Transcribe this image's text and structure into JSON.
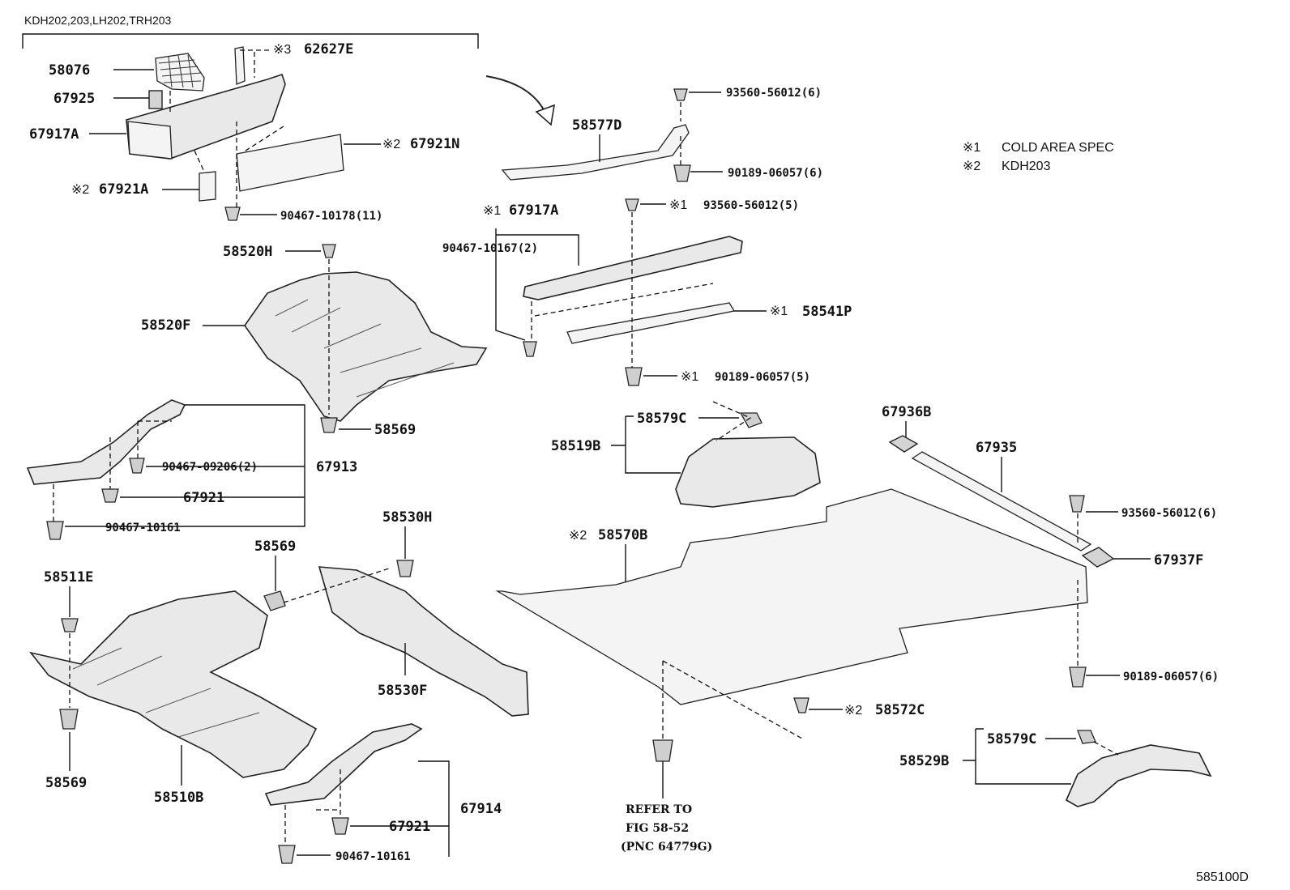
{
  "header": {
    "models": "KDH202,203,LH202,TRH203"
  },
  "legend": [
    {
      "mark": "※1",
      "text": "COLD AREA SPEC"
    },
    {
      "mark": "※2",
      "text": "KDH203"
    }
  ],
  "footer": {
    "figure_id": "585100D"
  },
  "reference": {
    "line1": "REFER TO",
    "line2": "FIG 58-52",
    "line3": "(PNC 64779G)"
  },
  "labels": {
    "p58076": "58076",
    "p67925": "67925",
    "p67917a_top": "67917A",
    "p62627e": "62627E",
    "mark3": "※3",
    "p67921n": "67921N",
    "mark2_67921n": "※2",
    "p67921a": "67921A",
    "mark2_67921a": "※2",
    "p90467_10178": "90467-10178(11)",
    "p58577d": "58577D",
    "p93560_6": "93560-56012(6)",
    "p90189_6_top": "90189-06057(6)",
    "mark1_67917a": "※1",
    "p67917a_mid": "67917A",
    "mark1_93560": "※1",
    "p93560_5": "93560-56012(5)",
    "p90467_10167": "90467-10167(2)",
    "mark1_58541p": "※1",
    "p58541p": "58541P",
    "mark1_90189": "※1",
    "p90189_5": "90189-06057(5)",
    "p58520h": "58520H",
    "p58520f": "58520F",
    "p58569_mid": "58569",
    "p90467_09206": "90467-09206(2)",
    "p67913": "67913",
    "p67921_mid": "67921",
    "p90467_10161_mid": "90467-10161",
    "p58579c_mid": "58579C",
    "p58519b": "58519B",
    "p67936b": "67936B",
    "p67935": "67935",
    "p93560_6_right": "93560-56012(6)",
    "p67937f": "67937F",
    "mark2_58570b": "※2",
    "p58570b": "58570B",
    "p58530h": "58530H",
    "p58569_left": "58569",
    "p58511e": "58511E",
    "p58530f": "58530F",
    "p90189_6_right": "90189-06057(6)",
    "mark2_58572c": "※2",
    "p58572c": "58572C",
    "p58579c_bottom": "58579C",
    "p58529b": "58529B",
    "p58569_bottom": "58569",
    "p58510b": "58510B",
    "p67914": "67914",
    "p67921_bottom": "67921",
    "p90467_10161_bottom": "90467-10161"
  }
}
